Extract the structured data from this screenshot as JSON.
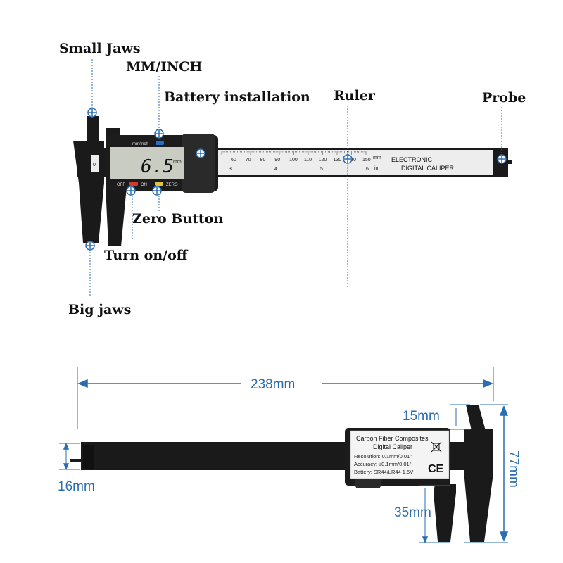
{
  "labels": {
    "small_jaws": "Small Jaws",
    "mm_inch": "MM/INCH",
    "battery": "Battery installation",
    "ruler": "Ruler",
    "probe": "Probe",
    "zero_button": "Zero Button",
    "turn_on_off": "Turn on/off",
    "big_jaws": "Big jaws"
  },
  "caliper_top": {
    "lcd_reading": "6.5",
    "lcd_unit": "mm",
    "mode_label": "mm/inch",
    "off_label": "OFF",
    "on_label": "ON",
    "zero_label": "ZERO",
    "beam_title_1": "ELECTRONIC",
    "beam_title_2": "DIGITAL CALIPER",
    "mm_mark": "mm",
    "in_mark": "in",
    "zero_mark": "0",
    "scale_mm": [
      "60",
      "70",
      "80",
      "90",
      "100",
      "110",
      "120",
      "130",
      "140",
      "150"
    ],
    "scale_in": [
      "3",
      "4",
      "5",
      "6"
    ]
  },
  "caliper_bottom": {
    "plate_line_1": "Carbon Fiber Composites",
    "plate_line_2": "Digital Caliper",
    "resolution": "Resolution: 0.1mm/0.01\"",
    "accuracy": "Accuracy: ±0.1mm/0.01\"",
    "battery_spec": "Battery: SR44/LR44 1.5V",
    "ce_mark": "CE"
  },
  "dimensions": {
    "total_length": "238mm",
    "small_jaw_length": "15mm",
    "height": "77mm",
    "beam_width": "16mm",
    "big_jaw_length": "35mm"
  },
  "colors": {
    "accent": "#2a6db0",
    "body": "#1a1a1a",
    "beam": "#ededed",
    "lcd": "#c9ccc2",
    "off_button": "#d23b2b",
    "zero_button": "#e3c53a",
    "mode_button": "#2a6cc9"
  }
}
